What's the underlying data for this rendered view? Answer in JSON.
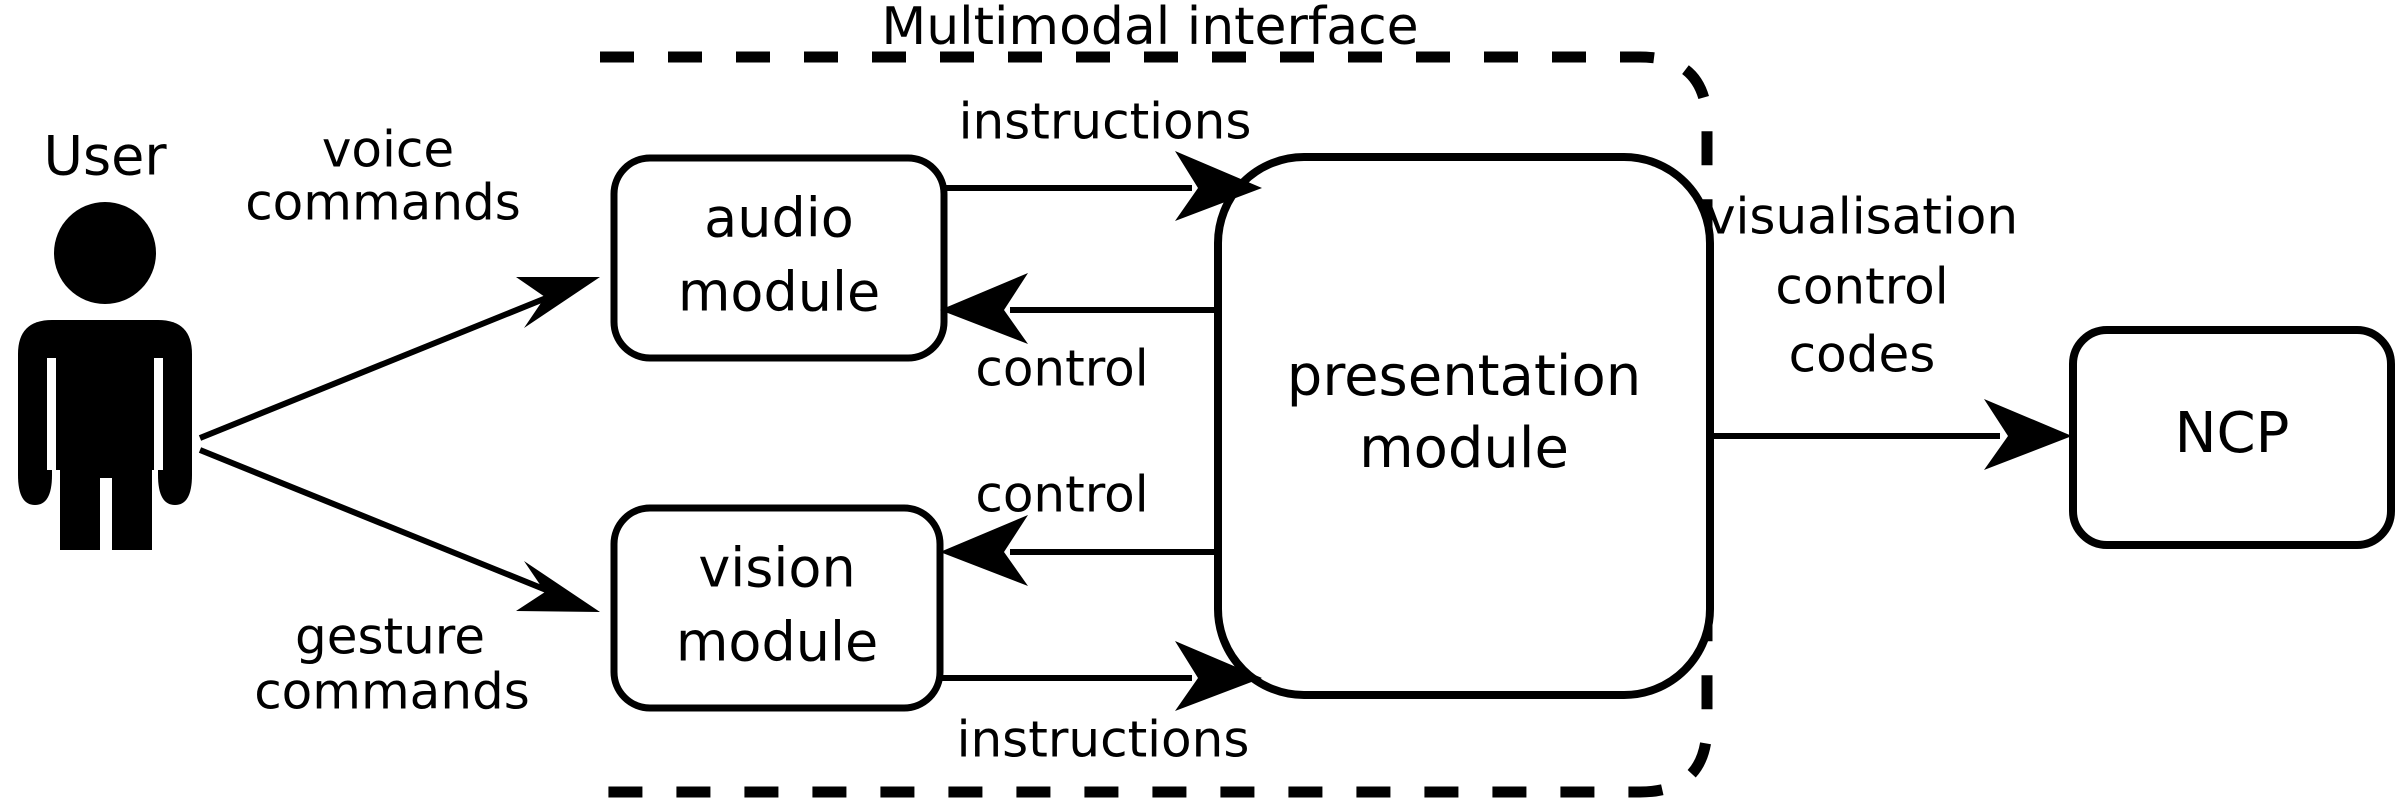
{
  "diagram": {
    "title": "Multimodal interface",
    "actor": {
      "label": "User",
      "icon": "person-icon"
    },
    "group": {
      "label": "Multimodal interface",
      "style": "dashed-rounded-boundary"
    },
    "nodes": [
      {
        "id": "audio",
        "label_line1": "audio",
        "label_line2": "module"
      },
      {
        "id": "vision",
        "label_line1": "vision",
        "label_line2": "module"
      },
      {
        "id": "presentation",
        "label_line1": "presentation",
        "label_line2": "module"
      },
      {
        "id": "ncp",
        "label_line1": "NCP",
        "label_line2": ""
      }
    ],
    "edges": [
      {
        "id": "user-to-audio",
        "label": "voice\ncommands",
        "label_line1": "voice",
        "label_line2": "commands",
        "from": "User",
        "to": "audio module"
      },
      {
        "id": "user-to-vision",
        "label": "gesture\ncommands",
        "label_line1": "gesture",
        "label_line2": "commands",
        "from": "User",
        "to": "vision module"
      },
      {
        "id": "audio-to-presentation",
        "label_line1": "instructions",
        "from": "audio module",
        "to": "presentation module"
      },
      {
        "id": "presentation-to-audio",
        "label_line1": "control",
        "from": "presentation module",
        "to": "audio module"
      },
      {
        "id": "presentation-to-vision",
        "label_line1": "control",
        "from": "presentation module",
        "to": "vision module"
      },
      {
        "id": "vision-to-presentation",
        "label_line1": "instructions",
        "from": "vision module",
        "to": "presentation module"
      },
      {
        "id": "presentation-to-ncp",
        "label_line1": "visualisation",
        "label_line2": "control",
        "label_line3": "codes",
        "from": "presentation module",
        "to": "NCP"
      }
    ],
    "colors": {
      "stroke": "#000000",
      "background": "#ffffff",
      "fill": "#ffffff"
    }
  }
}
